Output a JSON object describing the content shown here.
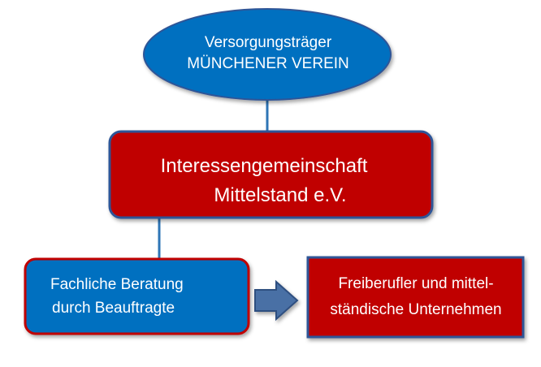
{
  "nodes": {
    "versorgungstraeger": {
      "line1": "Versorgungsträger",
      "line2": "MÜNCHENER VEREIN"
    },
    "interessengemeinschaft": {
      "line1": "Interessengemeinschaft",
      "line2": "Mittelstand e.V."
    },
    "beratung": {
      "line1": "Fachliche Beratung",
      "line2": "durch Beauftragte"
    },
    "freiberufler": {
      "line1": "Freiberufler und mittel-",
      "line2": "ständische Unternehmen"
    }
  },
  "colors": {
    "blue_fill": "#0070c0",
    "blue_border": "#2f5597",
    "red_fill": "#c00000",
    "red_border": "#2f5597",
    "beratung_border": "#c00000",
    "connector": "#2e75b6",
    "arrow_fill": "#4a6fa5",
    "arrow_border": "#2f4f80"
  }
}
